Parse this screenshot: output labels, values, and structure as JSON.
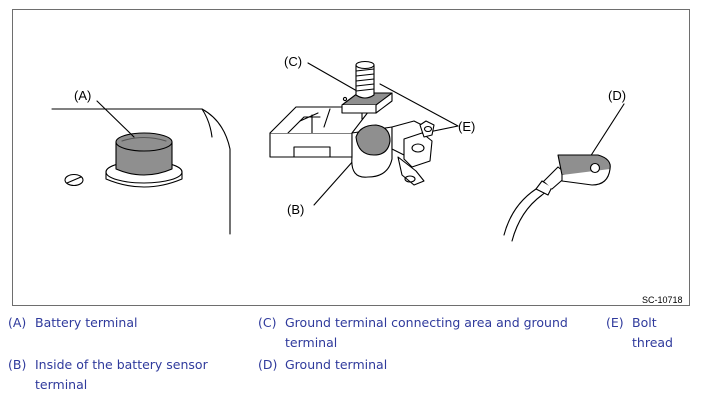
{
  "figure": {
    "code": "SC-10718",
    "callouts": {
      "a": "(A)",
      "b": "(B)",
      "c": "(C)",
      "d": "(D)",
      "e": "(E)"
    }
  },
  "legend": [
    {
      "label": "(A)",
      "text": "Battery terminal"
    },
    {
      "label": "(B)",
      "text": "Inside of the battery sensor terminal"
    },
    {
      "label": "(C)",
      "text": "Ground terminal connecting area and ground terminal"
    },
    {
      "label": "(D)",
      "text": "Ground terminal"
    },
    {
      "label": "(E)",
      "text": "Bolt thread"
    }
  ],
  "colors": {
    "legend_text": "#2f3a9c",
    "highlight_fill": "#8f8f8f",
    "frame": "#6e6e6e"
  }
}
